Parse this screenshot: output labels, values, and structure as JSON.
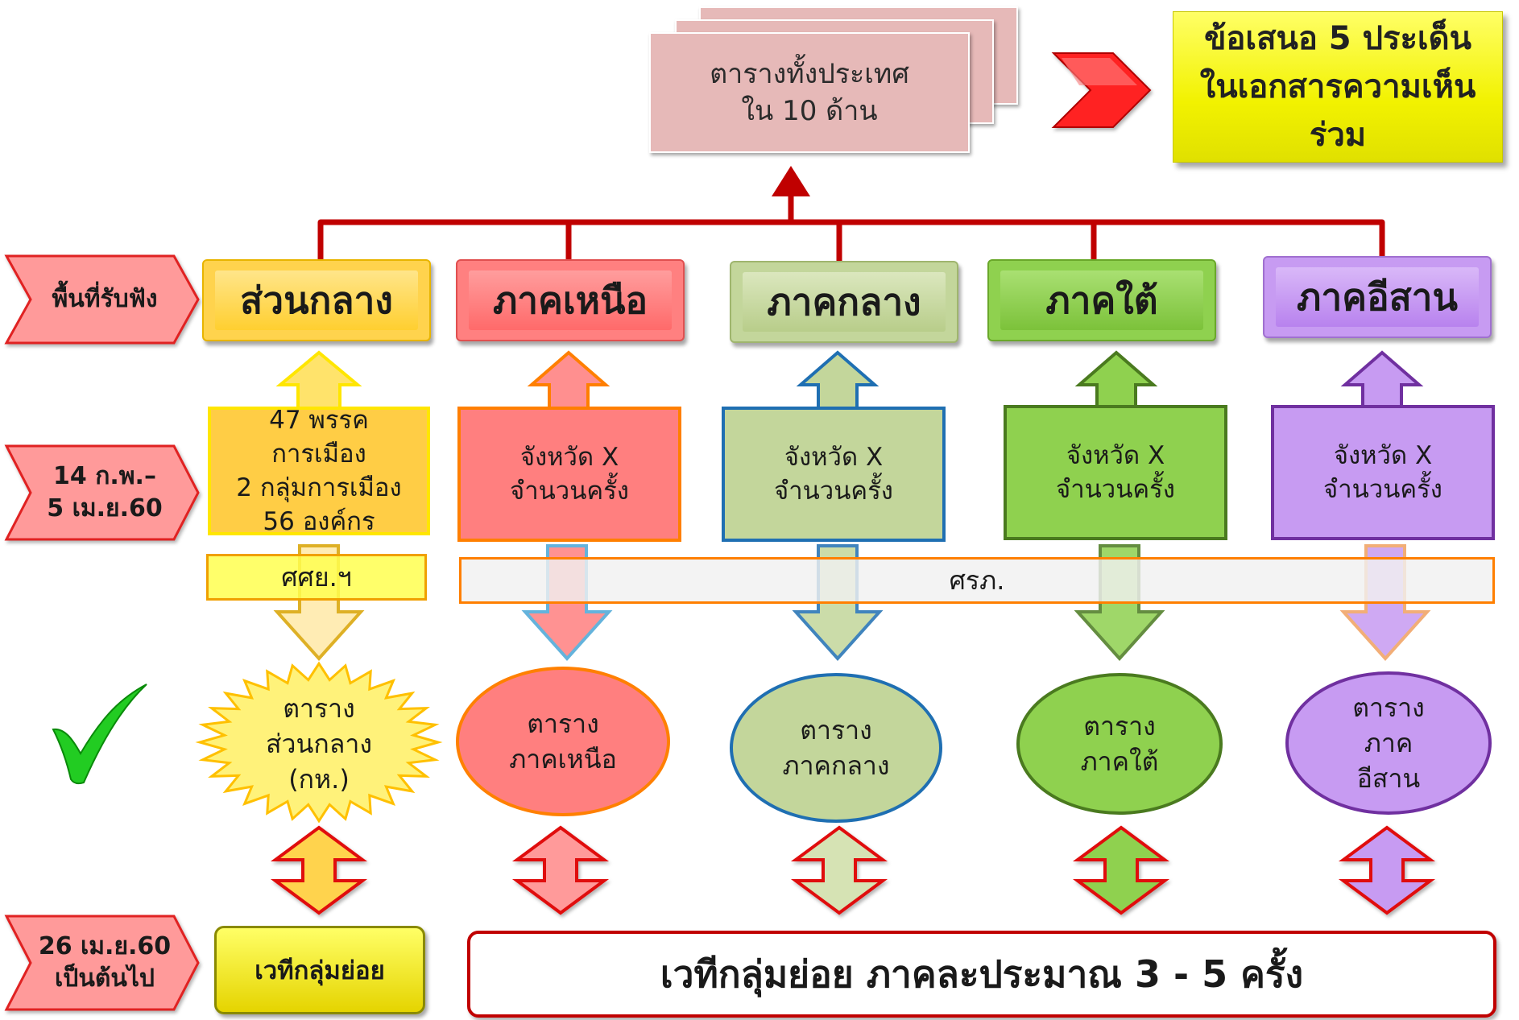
{
  "top": {
    "doc_line1": "ตารางทั้งประเทศ",
    "doc_line2": "ใน 10 ด้าน",
    "proposal_line1": "ข้อเสนอ 5 ประเด็น",
    "proposal_line2": "ในเอกสารความเห็นร่วม"
  },
  "side": {
    "row1": "พื้นที่รับฟัง",
    "row2_line1": "14 ก.พ.–",
    "row2_line2": "5 เม.ย.60",
    "row4_line1": "26 เม.ย.60",
    "row4_line2": "เป็นต้นไป"
  },
  "regions": [
    {
      "name": "ส่วนกลาง",
      "color": "#ffd34d",
      "box": [
        "47 พรรค",
        "การเมือง",
        "2 กลุ่มการเมือง",
        "56 องค์กร"
      ],
      "result": [
        "ตาราง",
        "ส่วนกลาง",
        "(กห.)"
      ]
    },
    {
      "name": "ภาคเหนือ",
      "color": "#ff7f7f",
      "box": [
        "จังหวัด X",
        "จำนวนครั้ง"
      ],
      "result": [
        "ตาราง",
        "ภาคเหนือ"
      ]
    },
    {
      "name": "ภาคกลาง",
      "color": "#c3d69b",
      "box": [
        "จังหวัด X",
        "จำนวนครั้ง"
      ],
      "result": [
        "ตาราง",
        "ภาคกลาง"
      ]
    },
    {
      "name": "ภาคใต้",
      "color": "#8fd14f",
      "box": [
        "จังหวัด X",
        "จำนวนครั้ง"
      ],
      "result": [
        "ตาราง",
        "ภาคใต้"
      ]
    },
    {
      "name": "ภาคอีสาน",
      "color": "#c79bf2",
      "box": [
        "จังหวัด X",
        "จำนวนครั้ง"
      ],
      "result": [
        "ตาราง",
        "ภาค",
        "อีสาน"
      ]
    }
  ],
  "bands": {
    "left": "ศศย.ฯ",
    "right": "ศรภ."
  },
  "bottom": {
    "left": "เวทีกลุ่มย่อย",
    "right": "เวทีกลุ่มย่อย ภาคละประมาณ 3 - 5 ครั้ง"
  }
}
